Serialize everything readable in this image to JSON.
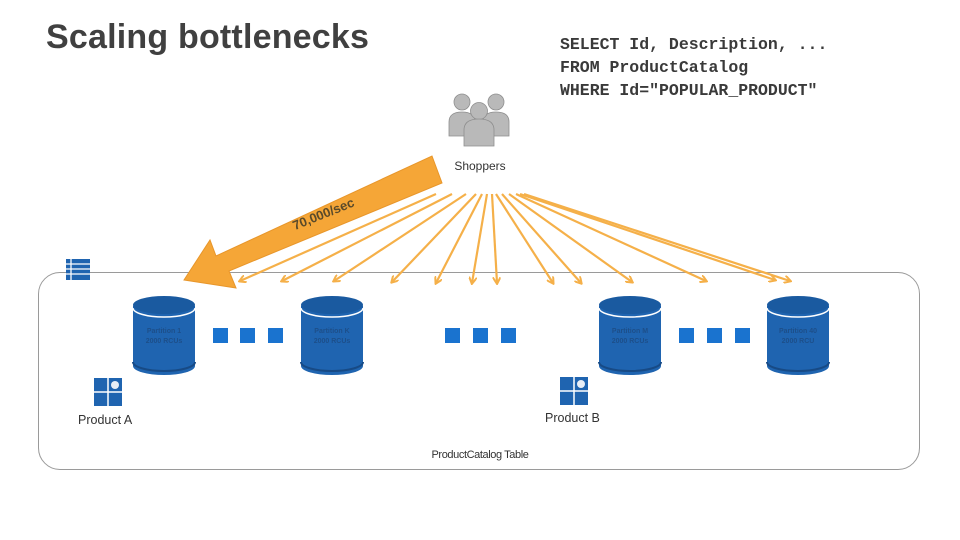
{
  "title": "Scaling bottlenecks",
  "sql": {
    "lines": [
      "SELECT Id, Description, ...",
      "FROM ProductCatalog",
      "WHERE Id=\"POPULAR_PRODUCT\""
    ]
  },
  "shoppers": {
    "label": "Shoppers",
    "icon": "users-group-icon"
  },
  "hot_arrow": {
    "label": "70,000/sec",
    "color": "#f5a637"
  },
  "request_arrows": {
    "count": 13,
    "color": "#f5b049"
  },
  "table": {
    "label": "ProductCatalog Table",
    "icon": "table-icon",
    "partitions": [
      {
        "name": "Partition 1",
        "capacity": "2000 RCUs"
      },
      {
        "name": "Partition K",
        "capacity": "2000 RCUs"
      },
      {
        "name": "Partition M",
        "capacity": "2000 RCUs"
      },
      {
        "name": "Partition 40",
        "capacity": "2000 RCU"
      }
    ],
    "products": [
      {
        "label": "Product A",
        "icon": "item-grid-icon"
      },
      {
        "label": "Product B",
        "icon": "item-grid-icon"
      }
    ]
  },
  "colors": {
    "partition_blue": "#1f64b0",
    "ellipsis_blue": "#1a73cf",
    "border_gray": "#9a9a9a",
    "title_gray": "#404040"
  }
}
